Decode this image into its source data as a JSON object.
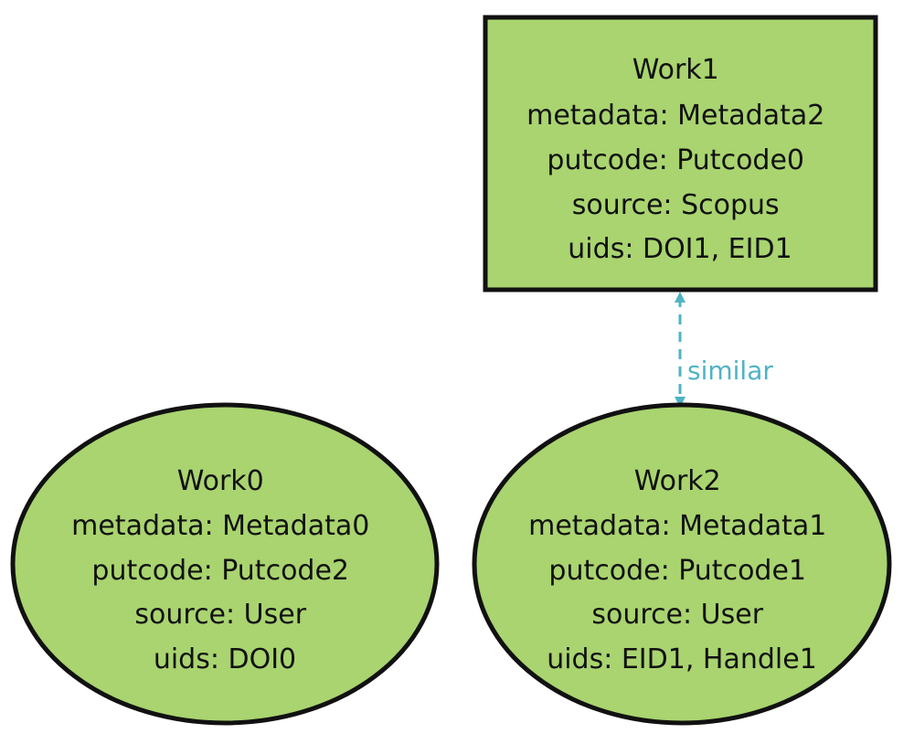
{
  "colors": {
    "node_fill": "#a9d46f",
    "node_stroke": "#111111",
    "edge_color": "#4fb3c4",
    "text": "#111111",
    "background": "#ffffff"
  },
  "nodes": [
    {
      "id": "work1",
      "shape": "rectangle",
      "lines": [
        "Work1",
        "metadata: Metadata2",
        "putcode: Putcode0",
        "source: Scopus",
        "uids: DOI1, EID1"
      ]
    },
    {
      "id": "work0",
      "shape": "ellipse",
      "lines": [
        "Work0",
        "metadata: Metadata0",
        "putcode: Putcode2",
        "source: User",
        "uids: DOI0"
      ]
    },
    {
      "id": "work2",
      "shape": "ellipse",
      "lines": [
        "Work2",
        "metadata: Metadata1",
        "putcode: Putcode1",
        "source: User",
        "uids: EID1, Handle1"
      ]
    }
  ],
  "edges": [
    {
      "from": "work1",
      "to": "work2",
      "label": "similar",
      "style": "dashed",
      "direction": "both"
    }
  ]
}
